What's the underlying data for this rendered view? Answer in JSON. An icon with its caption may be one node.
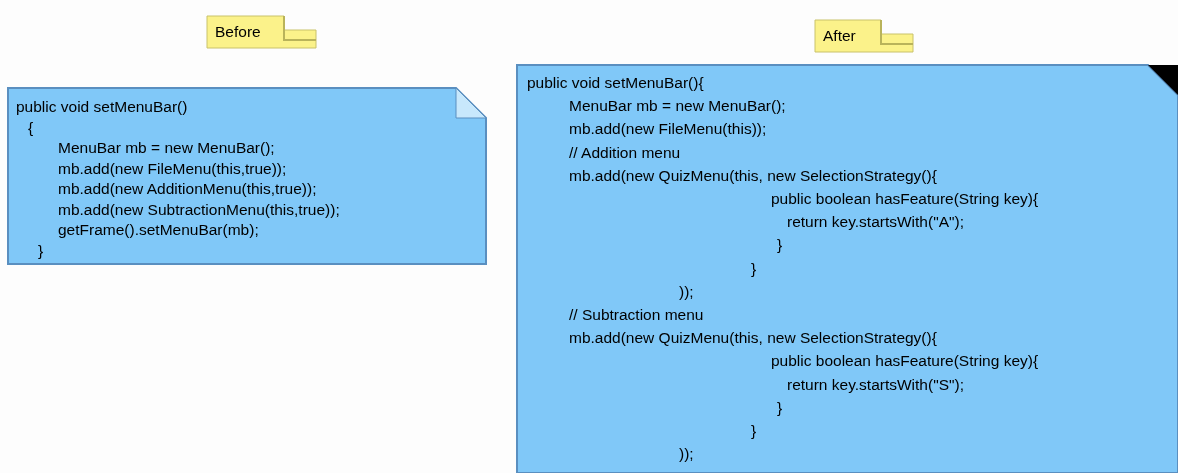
{
  "diagram": {
    "nodes": [
      {
        "text": [
          "Before"
        ]
      },
      {
        "text": [
          "public void setMenuBar()",
          "{",
          "MenuBar mb = new MenuBar();",
          "mb.add(new FileMenu(this,true));",
          "mb.add(new AdditionMenu(this,true));",
          "mb.add(new SubtractionMenu(this,true));",
          "getFrame().setMenuBar(mb);",
          "}"
        ]
      },
      {
        "text": [
          "After"
        ]
      },
      {
        "text": [
          "public void setMenuBar(){",
          "MenuBar mb = new MenuBar();",
          "mb.add(new FileMenu(this));",
          "// Addition menu",
          "mb.add(new QuizMenu(this, new SelectionStrategy(){",
          "public boolean hasFeature(String key){",
          "return key.startsWith(\"A\");",
          "}",
          "}",
          "));",
          "// Subtraction menu",
          "mb.add(new QuizMenu(this, new SelectionStrategy(){",
          "public boolean hasFeature(String key){",
          "return key.startsWith(\"S\");",
          "}",
          "}",
          "));"
        ]
      }
    ]
  }
}
